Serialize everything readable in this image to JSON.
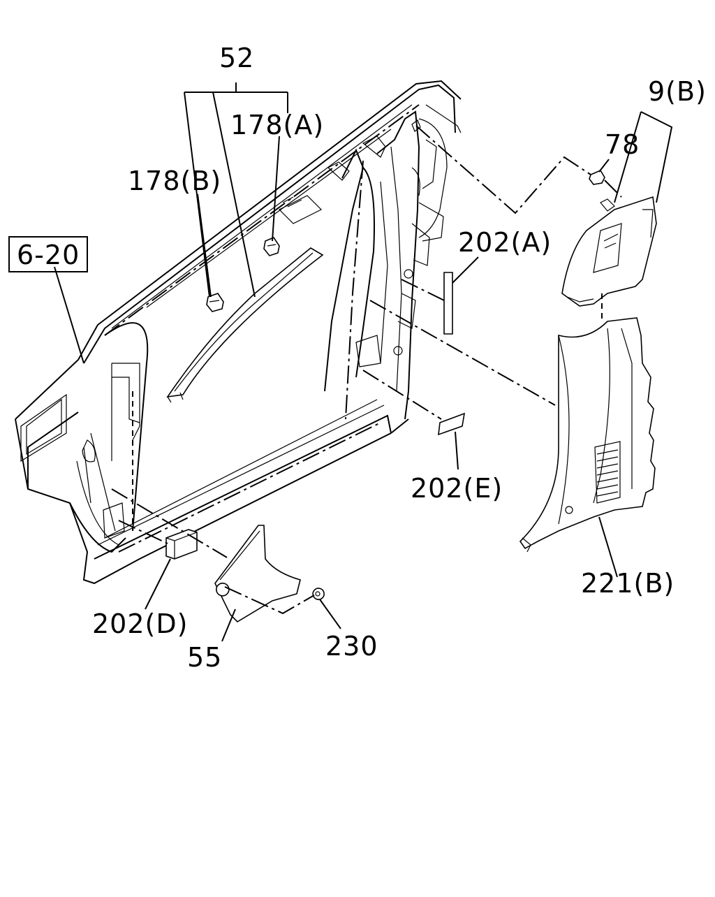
{
  "diagram": {
    "reference_label": "6-20",
    "callouts": {
      "c52": "52",
      "c178a": "178(A)",
      "c178b": "178(B)",
      "c9b": "9(B)",
      "c78": "78",
      "c202a": "202(A)",
      "c202e": "202(E)",
      "c202d": "202(D)",
      "c55": "55",
      "c230": "230",
      "c221b": "221(B)"
    }
  }
}
